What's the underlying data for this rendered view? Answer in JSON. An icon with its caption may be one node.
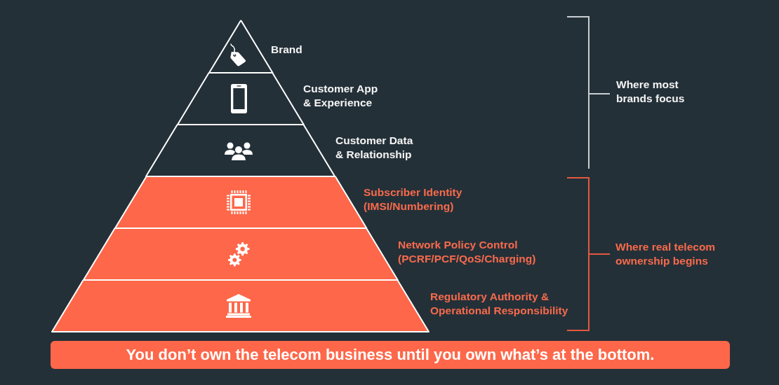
{
  "diagram": {
    "nodes": [
      {
        "text": [
          "Brand"
        ]
      },
      {
        "text": [
          "Customer App & Experience"
        ]
      },
      {
        "text": [
          "Customer Data & Relationship"
        ]
      },
      {
        "text": [
          "Subscriber Identity (IMSI/Numbering)"
        ]
      },
      {
        "text": [
          "Network Policy Control (PCRF/PCF/QoS/Charging)"
        ]
      },
      {
        "text": [
          "Regulatory Authority & Operational Responsibility"
        ]
      },
      {
        "text": [
          "You don’t own the telecom business until you own what’s at the bottom."
        ]
      }
    ],
    "labels": [
      "Where most brands focus",
      "Where real telecom ownership begins"
    ]
  }
}
